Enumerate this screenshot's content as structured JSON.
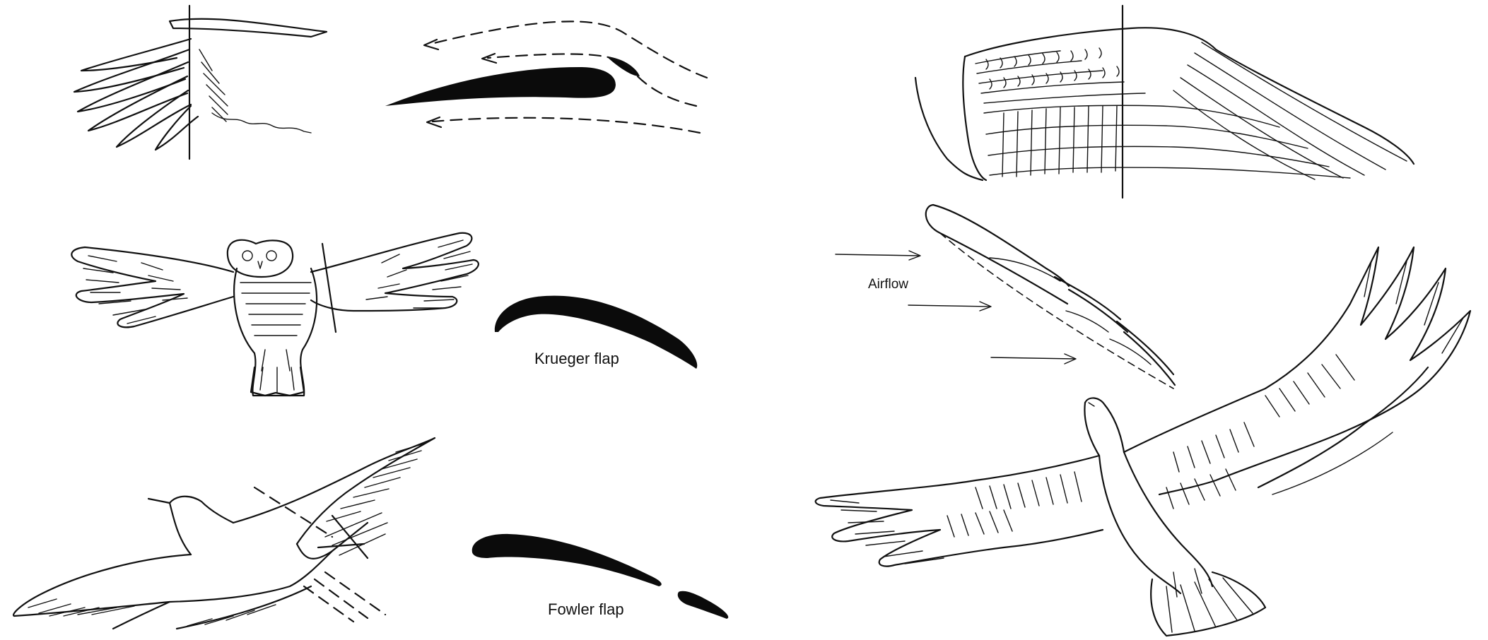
{
  "labels": {
    "krueger": "Krueger flap",
    "fowler": "Fowler flap",
    "airflow": "Airflow"
  },
  "colors": {
    "ink": "#111111",
    "background": "#ffffff"
  },
  "icons": {
    "wing_section_top_left": "wing-with-slotted-feathers-icon",
    "airfoil_slot": "airfoil-with-leading-slat-icon",
    "owl": "owl-in-flight-icon",
    "krueger_profile": "krueger-flap-airfoil-icon",
    "gull": "gull-in-flight-icon",
    "fowler_profile": "fowler-flap-airfoil-icon",
    "wing_top_right": "feathered-wing-icon",
    "alula_section": "wing-section-with-alula-icon",
    "eagle": "eagle-in-flight-icon"
  }
}
